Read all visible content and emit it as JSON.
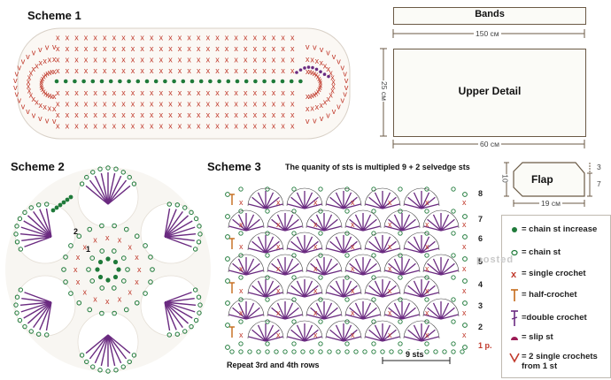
{
  "titles": {
    "scheme1": "Scheme 1",
    "scheme2": "Scheme 2",
    "scheme3": "Scheme 3",
    "scheme3_note": "The quanity of sts is multipled 9 + 2 selvedge sts",
    "repeat_note": "Repeat 3rd and 4th rows"
  },
  "panels": {
    "bands": {
      "label": "Bands",
      "width": "150 см"
    },
    "upper": {
      "label": "Upper Detail",
      "width": "60 см",
      "height": "25 см"
    },
    "flap": {
      "label": "Flap",
      "width": "19 см",
      "left_h": "10",
      "right_h": "7",
      "top_h": "3"
    }
  },
  "scheme3": {
    "rows": [
      "8",
      "7",
      "6",
      "5",
      "4",
      "3",
      "2",
      "1 р."
    ],
    "repeat_width": "9 sts"
  },
  "legend": [
    {
      "name": "chain-increase",
      "text": "= chain st increase"
    },
    {
      "name": "chain",
      "text": "= chain st"
    },
    {
      "name": "single-crochet",
      "text": "= single crochet"
    },
    {
      "name": "half-crochet",
      "text": "= half-crochet"
    },
    {
      "name": "double-crochet",
      "text": "=double crochet"
    },
    {
      "name": "slip",
      "text": "= slip st"
    },
    {
      "name": "two-sc",
      "text": "= 2 single crochets from 1 st"
    }
  ],
  "watermark": "posted",
  "colors": {
    "red": "#c0392b",
    "green": "#1f7a3a",
    "purple": "#6a2a80",
    "dark": "#222222"
  }
}
